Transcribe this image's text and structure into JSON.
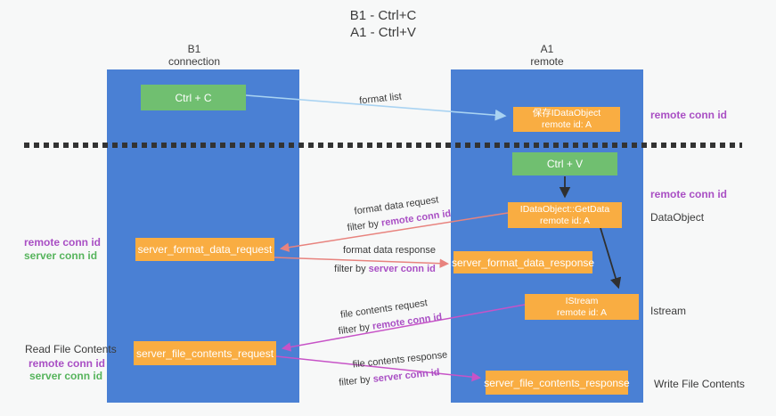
{
  "title": {
    "line1": "B1 - Ctrl+C",
    "line2": "A1 - Ctrl+V"
  },
  "lanes": {
    "left": {
      "title": "B1",
      "subtitle": "connection"
    },
    "right": {
      "title": "A1",
      "subtitle": "remote"
    }
  },
  "nodes": {
    "ctrl_c": {
      "label": "Ctrl + C"
    },
    "save_idataobject": {
      "line1": "保存IDataObject",
      "line2": "remote id: A"
    },
    "ctrl_v": {
      "label": "Ctrl + V"
    },
    "getdata": {
      "line1": "IDataObject::GetData",
      "line2": "remote id: A"
    },
    "istream": {
      "line1": "IStream",
      "line2": "remote id: A"
    },
    "server_format_data_request": {
      "label": "server_format_data_request"
    },
    "server_format_data_response": {
      "label": "server_format_data_response"
    },
    "server_file_contents_request": {
      "label": "server_file_contents_request"
    },
    "server_file_contents_response": {
      "label": "server_file_contents_response"
    }
  },
  "flow_labels": {
    "format_list": "format list",
    "format_data_request": "format data request",
    "format_data_response": "format data response",
    "file_contents_request": "file contents request",
    "file_contents_response": "file contents response",
    "filter_by": "filter by ",
    "remote_conn_id": "remote conn id",
    "server_conn_id": "server conn id"
  },
  "annotations": {
    "right_remote_conn_id_top": "remote conn id",
    "right_remote_conn_id_mid": "remote conn id",
    "dataobject": "DataObject",
    "istream": "Istream",
    "write_file_contents": "Write File Contents",
    "left_remote_conn_id_top": "remote conn id",
    "left_server_conn_id_top": "server conn id",
    "read_file_contents": "Read File Contents",
    "left_remote_conn_id_bottom": "remote conn id",
    "left_server_conn_id_bottom": "server conn id"
  },
  "colors": {
    "lane_blue": "#4a80d4",
    "node_orange": "#f9ad42",
    "node_green": "#70bf70",
    "conn_id_purple": "#a94fc4",
    "conn_id_green": "#56b45c",
    "arrow_light_blue": "#a9d3f2",
    "arrow_salmon": "#e8837e",
    "arrow_magenta": "#c753c7",
    "arrow_black": "#2f2f2f",
    "separator_black": "#333333",
    "background": "#f7f8f8",
    "text_dark": "#3c3c3c"
  }
}
